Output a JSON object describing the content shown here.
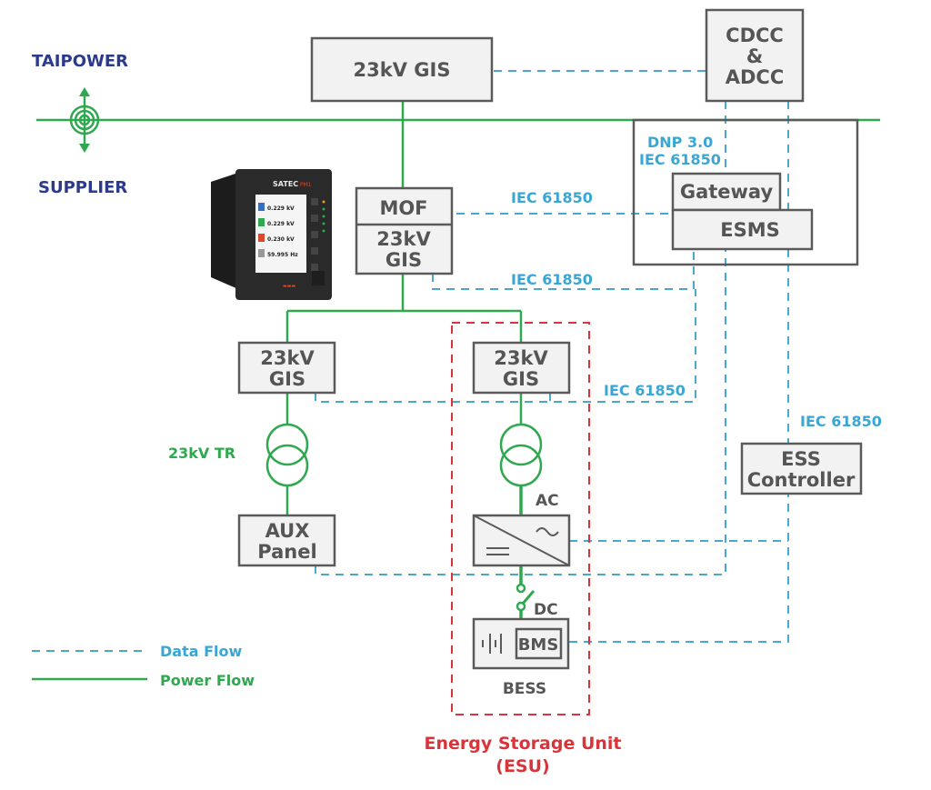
{
  "parties": {
    "top": "TAIPOWER",
    "bottom": "SUPPLIER"
  },
  "nodes": {
    "main_gis": "23kV GIS",
    "control_center_line1": "CDCC",
    "control_center_line2": "&",
    "control_center_line3": "ADCC",
    "gateway": "Gateway",
    "esms": "ESMS",
    "mof": "MOF",
    "mof_gis_line1": "23kV",
    "mof_gis_line2": "GIS",
    "aux_gis_line1": "23kV",
    "aux_gis_line2": "GIS",
    "esu_gis_line1": "23kV",
    "esu_gis_line2": "GIS",
    "aux_panel_line1": "AUX",
    "aux_panel_line2": "Panel",
    "ess_controller_line1": "ESS",
    "ess_controller_line2": "Controller",
    "bms": "BMS",
    "bess": "BESS",
    "ac_label": "AC",
    "dc_label": "DC",
    "transformer_label": "23kV TR"
  },
  "protocols": {
    "gateway_protocol_line1": "DNP 3.0",
    "gateway_protocol_line2": "IEC 61850",
    "mof_link": "IEC 61850",
    "mof_gis_link": "IEC 61850",
    "feeder_gis_link": "IEC 61850",
    "ess_controller_link": "IEC 61850"
  },
  "esu": {
    "title_line1": "Energy Storage Unit",
    "title_line2": "(ESU)"
  },
  "legend": {
    "data_flow": "Data Flow",
    "power_flow": "Power Flow"
  },
  "meter_device": {
    "brand": "SATEC",
    "model": "PM1",
    "readings": [
      "0.229 kV",
      "0.229 kV",
      "0.230 kV",
      "59.995 Hz"
    ]
  },
  "colors": {
    "power_flow": "#2fa84f",
    "data_flow": "#4aa8cf",
    "esu_boundary": "#d9343a",
    "party_text": "#2b3a8c",
    "box_fill": "#f2f2f2",
    "box_stroke": "#5a5a5a"
  }
}
